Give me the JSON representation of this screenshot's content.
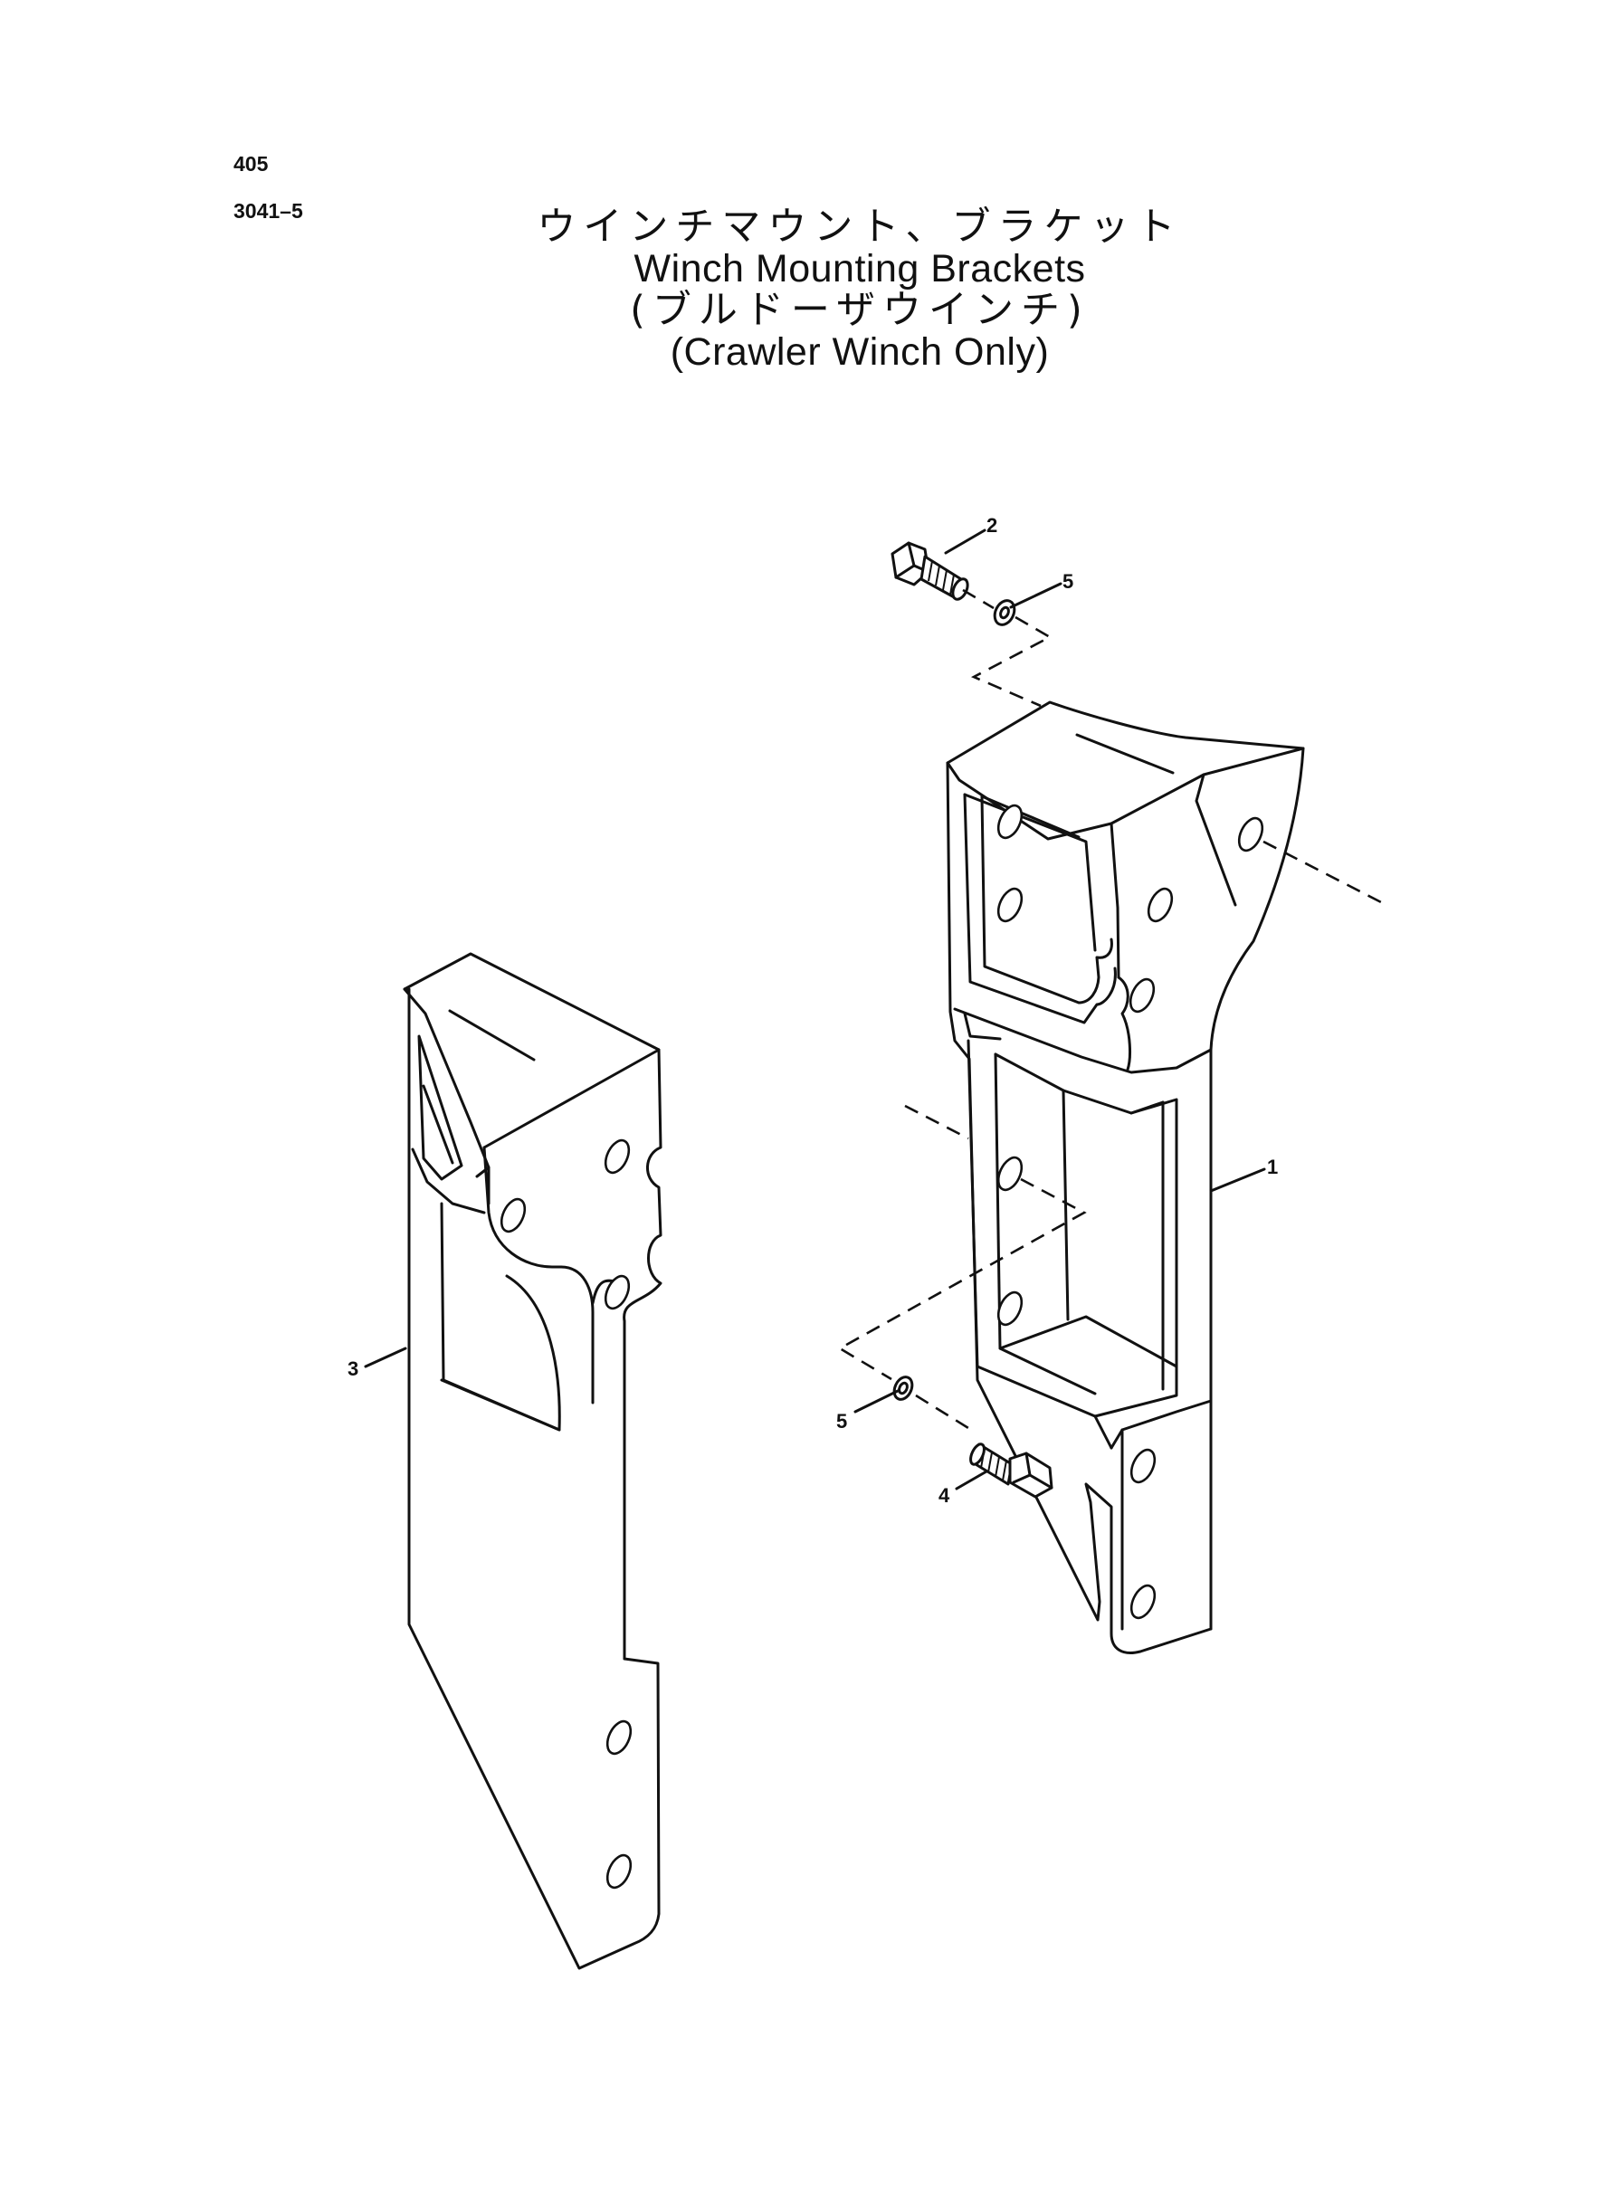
{
  "page": {
    "number": "405",
    "code": "3041–5"
  },
  "title": {
    "japanese": "ウインチマウント、ブラケット",
    "english": "Winch Mounting Brackets",
    "japanese_sub": "(ブルドーザウインチ)",
    "english_sub": "(Crawler Winch Only)"
  },
  "callouts": {
    "bracket_right": "1",
    "bolt_top": "2",
    "bracket_left": "3",
    "bolt_bottom": "4",
    "washer_top": "5",
    "washer_bottom": "5"
  }
}
